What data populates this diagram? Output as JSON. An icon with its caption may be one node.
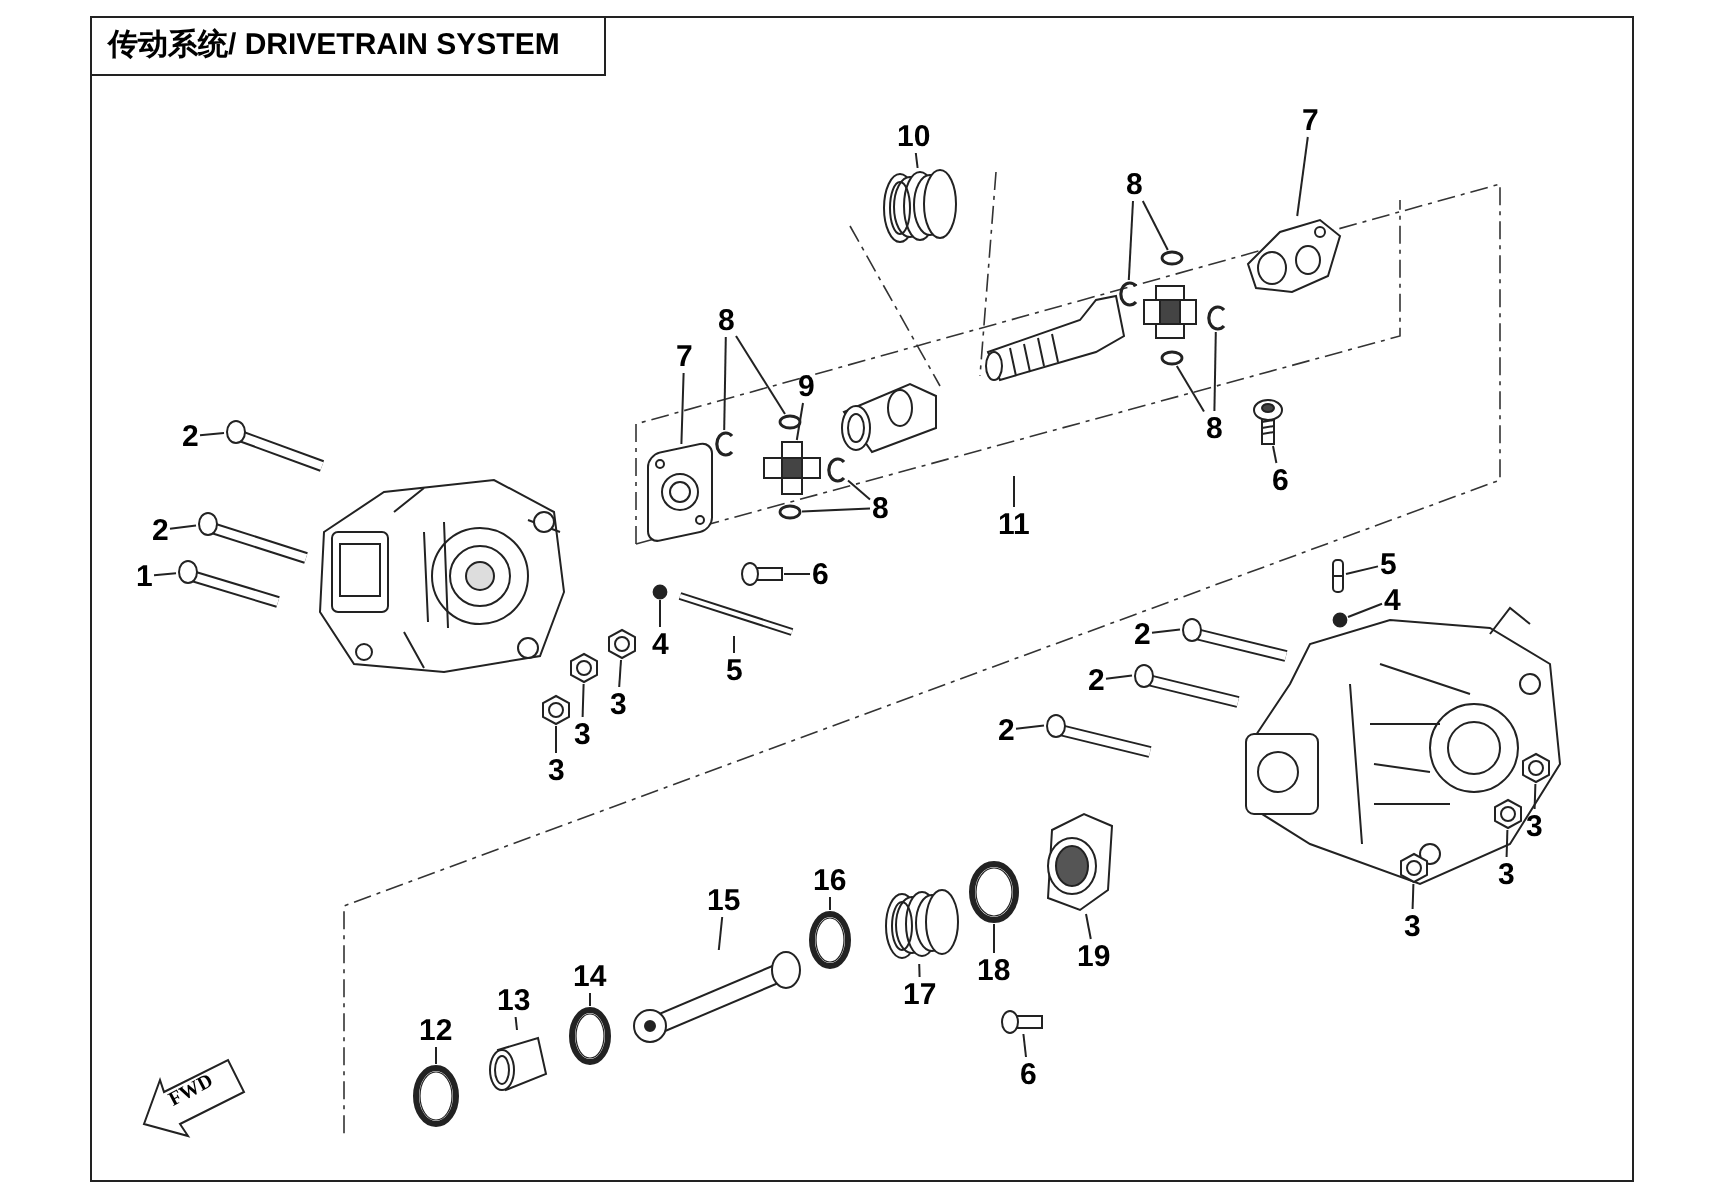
{
  "diagram": {
    "title": "传动系统/ DRIVETRAIN SYSTEM",
    "nodes": [
      {
        "text": [
          "10"
        ]
      },
      {
        "text": [],
        "shape": "picture"
      },
      {
        "text": [
          "7"
        ]
      },
      {
        "text": [],
        "shape": "picture"
      },
      {
        "text": [
          "8"
        ]
      },
      {
        "text": [],
        "shape": "picture"
      },
      {
        "text": [],
        "shape": "circle"
      },
      {
        "text": [
          "9"
        ]
      },
      {
        "text": [],
        "shape": "picture"
      },
      {
        "text": [
          "8"
        ]
      },
      {
        "text": [],
        "shape": "picture"
      },
      {
        "text": [],
        "shape": "circle"
      },
      {
        "text": [
          "11"
        ]
      },
      {
        "text": [
          "8"
        ]
      },
      {
        "text": [],
        "shape": "circle"
      },
      {
        "text": [],
        "shape": "picture"
      },
      {
        "text": [
          "8"
        ]
      },
      {
        "text": [],
        "shape": "circle"
      },
      {
        "text": [],
        "shape": "picture"
      },
      {
        "text": [
          "7"
        ]
      },
      {
        "text": [],
        "shape": "picture"
      },
      {
        "text": [
          "6"
        ]
      },
      {
        "text": [],
        "shape": "picture"
      },
      {
        "text": [
          "2"
        ]
      },
      {
        "text": [],
        "shape": "picture"
      },
      {
        "text": [
          "2"
        ]
      },
      {
        "text": [],
        "shape": "picture"
      },
      {
        "text": [
          "1"
        ]
      },
      {
        "text": [],
        "shape": "picture"
      },
      {
        "text": [
          "6"
        ]
      },
      {
        "text": [],
        "shape": "picture"
      },
      {
        "text": [
          "4"
        ]
      },
      {
        "text": [],
        "shape": "circle"
      },
      {
        "text": [
          "5"
        ]
      },
      {
        "text": [],
        "shape": "picture"
      },
      {
        "text": [
          "3"
        ]
      },
      {
        "text": [],
        "shape": "picture"
      },
      {
        "text": [
          "3"
        ]
      },
      {
        "text": [],
        "shape": "picture"
      },
      {
        "text": [
          "3"
        ]
      },
      {
        "text": [],
        "shape": "picture"
      },
      {
        "text": [
          "5"
        ]
      },
      {
        "text": [],
        "shape": "picture"
      },
      {
        "text": [
          "4"
        ]
      },
      {
        "text": [],
        "shape": "circle"
      },
      {
        "text": [
          "2"
        ]
      },
      {
        "text": [],
        "shape": "picture"
      },
      {
        "text": [
          "2"
        ]
      },
      {
        "text": [],
        "shape": "picture"
      },
      {
        "text": [
          "2"
        ]
      },
      {
        "text": [],
        "shape": "picture"
      },
      {
        "text": [
          "3"
        ]
      },
      {
        "text": [],
        "shape": "picture"
      },
      {
        "text": [
          "3"
        ]
      },
      {
        "text": [],
        "shape": "picture"
      },
      {
        "text": [
          "3"
        ]
      },
      {
        "text": [],
        "shape": "picture"
      },
      {
        "text": [
          "19"
        ]
      },
      {
        "text": [],
        "shape": "picture"
      },
      {
        "text": [
          "18"
        ]
      },
      {
        "text": [],
        "shape": "picture"
      },
      {
        "text": [
          "17"
        ]
      },
      {
        "text": [],
        "shape": "picture"
      },
      {
        "text": [
          "6"
        ]
      },
      {
        "text": [],
        "shape": "picture"
      },
      {
        "text": [
          "16"
        ]
      },
      {
        "text": [],
        "shape": "picture"
      },
      {
        "text": [
          "15"
        ]
      },
      {
        "text": [],
        "shape": "picture"
      },
      {
        "text": [
          "14"
        ]
      },
      {
        "text": [],
        "shape": "picture"
      },
      {
        "text": [
          "13"
        ]
      },
      {
        "text": [],
        "shape": "picture"
      },
      {
        "text": [
          "12"
        ]
      },
      {
        "text": [],
        "shape": "picture"
      },
      {
        "text": [
          "FWD"
        ]
      }
    ],
    "edges": [
      {
        "from": 0,
        "to": 1,
        "arrow": "none"
      },
      {
        "from": 2,
        "to": 3,
        "arrow": "none"
      },
      {
        "from": 4,
        "to": 5,
        "arrow": "none"
      },
      {
        "from": 4,
        "to": 6,
        "arrow": "none"
      },
      {
        "from": 7,
        "to": 8,
        "arrow": "none"
      },
      {
        "from": 9,
        "to": 10,
        "arrow": "none"
      },
      {
        "from": 9,
        "to": 11,
        "arrow": "none"
      },
      {
        "from": 12,
        "to": null,
        "arrow": "none"
      },
      {
        "from": 13,
        "to": 14,
        "arrow": "none"
      },
      {
        "from": 13,
        "to": 15,
        "arrow": "none"
      },
      {
        "from": 16,
        "to": 17,
        "arrow": "none"
      },
      {
        "from": 16,
        "to": 18,
        "arrow": "none"
      },
      {
        "from": 19,
        "to": 20,
        "arrow": "none"
      },
      {
        "from": 21,
        "to": 22,
        "arrow": "none"
      },
      {
        "from": 23,
        "to": 24,
        "arrow": "none"
      },
      {
        "from": 25,
        "to": 26,
        "arrow": "none"
      },
      {
        "from": 27,
        "to": 28,
        "arrow": "none"
      },
      {
        "from": 29,
        "to": 30,
        "arrow": "none"
      },
      {
        "from": 31,
        "to": 32,
        "arrow": "none"
      },
      {
        "from": 33,
        "to": 34,
        "arrow": "none"
      },
      {
        "from": 35,
        "to": 36,
        "arrow": "none"
      },
      {
        "from": 37,
        "to": 38,
        "arrow": "none"
      },
      {
        "from": 39,
        "to": 40,
        "arrow": "none"
      },
      {
        "from": 41,
        "to": 42,
        "arrow": "none"
      },
      {
        "from": 43,
        "to": 44,
        "arrow": "none"
      },
      {
        "from": 45,
        "to": 46,
        "arrow": "none"
      },
      {
        "from": 47,
        "to": 48,
        "arrow": "none"
      },
      {
        "from": 49,
        "to": 50,
        "arrow": "none"
      },
      {
        "from": 51,
        "to": 52,
        "arrow": "none"
      },
      {
        "from": 53,
        "to": 54,
        "arrow": "none"
      },
      {
        "from": 55,
        "to": 56,
        "arrow": "none"
      },
      {
        "from": 57,
        "to": 58,
        "arrow": "none"
      },
      {
        "from": 59,
        "to": 60,
        "arrow": "none"
      },
      {
        "from": 61,
        "to": 62,
        "arrow": "none"
      },
      {
        "from": 63,
        "to": 64,
        "arrow": "none"
      },
      {
        "from": 65,
        "to": 66,
        "arrow": "none"
      },
      {
        "from": 67,
        "to": 68,
        "arrow": "none"
      },
      {
        "from": 69,
        "to": 70,
        "arrow": "none"
      },
      {
        "from": 71,
        "to": 72,
        "arrow": "none"
      },
      {
        "from": 73,
        "to": 74,
        "arrow": "none"
      }
    ]
  }
}
